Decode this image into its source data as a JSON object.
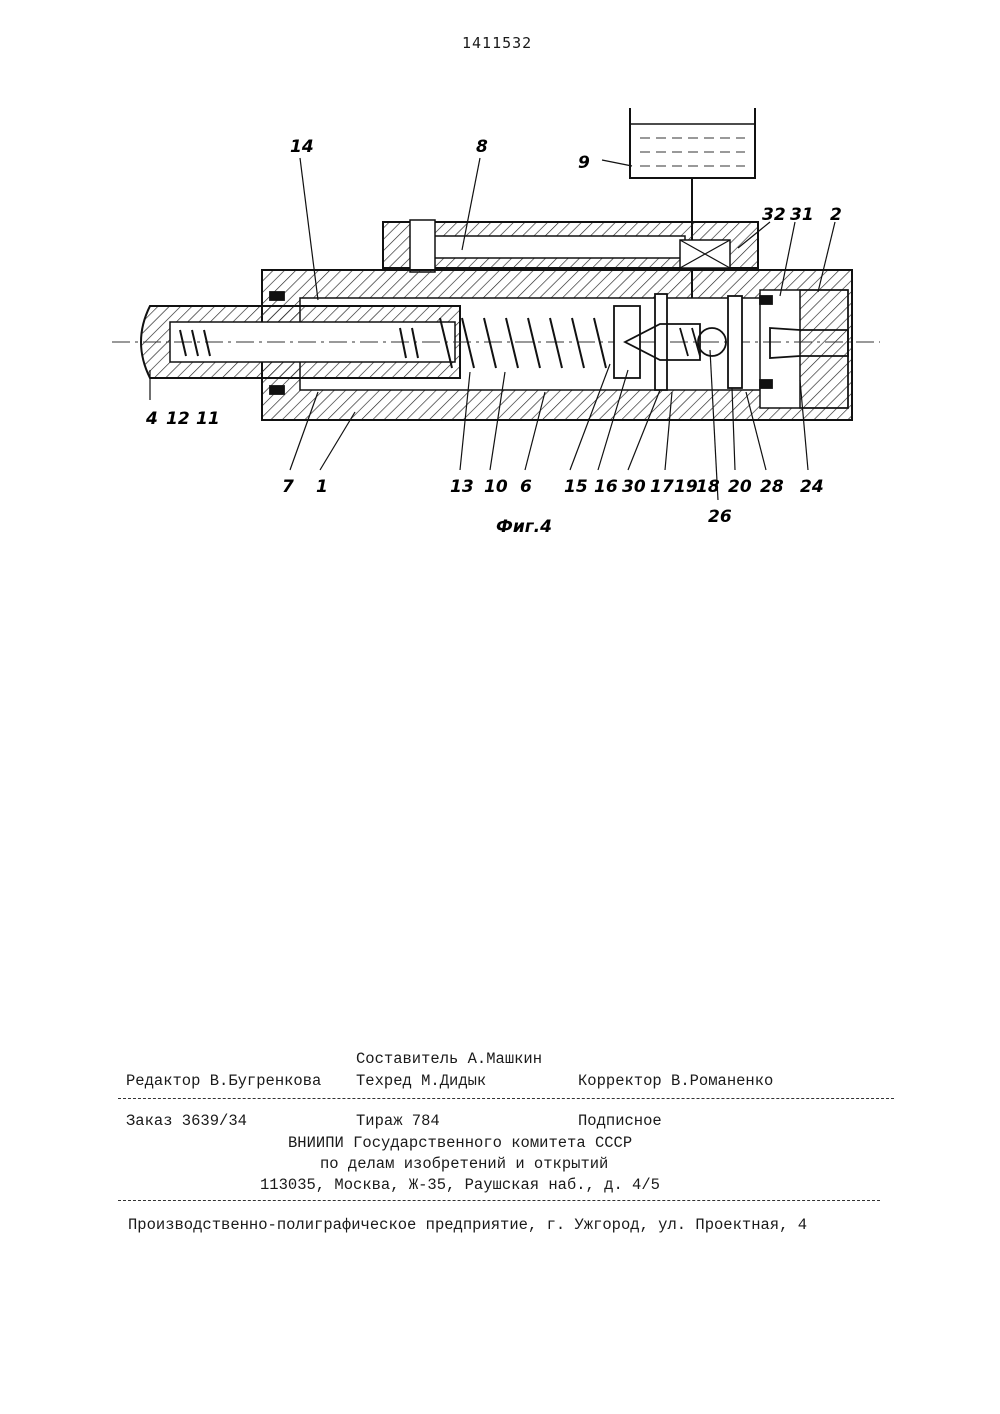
{
  "header": {
    "patent_number": "1411532"
  },
  "figure": {
    "caption": "Фиг.4",
    "labels": [
      "14",
      "8",
      "9",
      "32",
      "31",
      "2",
      "4",
      "12",
      "11",
      "7",
      "1",
      "13",
      "10",
      "6",
      "15",
      "16",
      "30",
      "17",
      "19",
      "18",
      "20",
      "28",
      "24",
      "26"
    ]
  },
  "imprint": {
    "compiler": "Составитель А.Машкин",
    "editor": "Редактор В.Бугренкова",
    "techred": "Техред М.Дидык",
    "corrector": "Корректор В.Романенко",
    "order": "Заказ 3639/34",
    "circulation": "Тираж 784",
    "subscription": "Подписное",
    "org_line1": "ВНИИПИ Государственного комитета СССР",
    "org_line2": "по делам изобретений и открытий",
    "org_address": "113035, Москва, Ж-35, Раушская наб., д. 4/5",
    "printer": "Производственно-полиграфическое предприятие, г. Ужгород, ул. Проектная, 4"
  }
}
